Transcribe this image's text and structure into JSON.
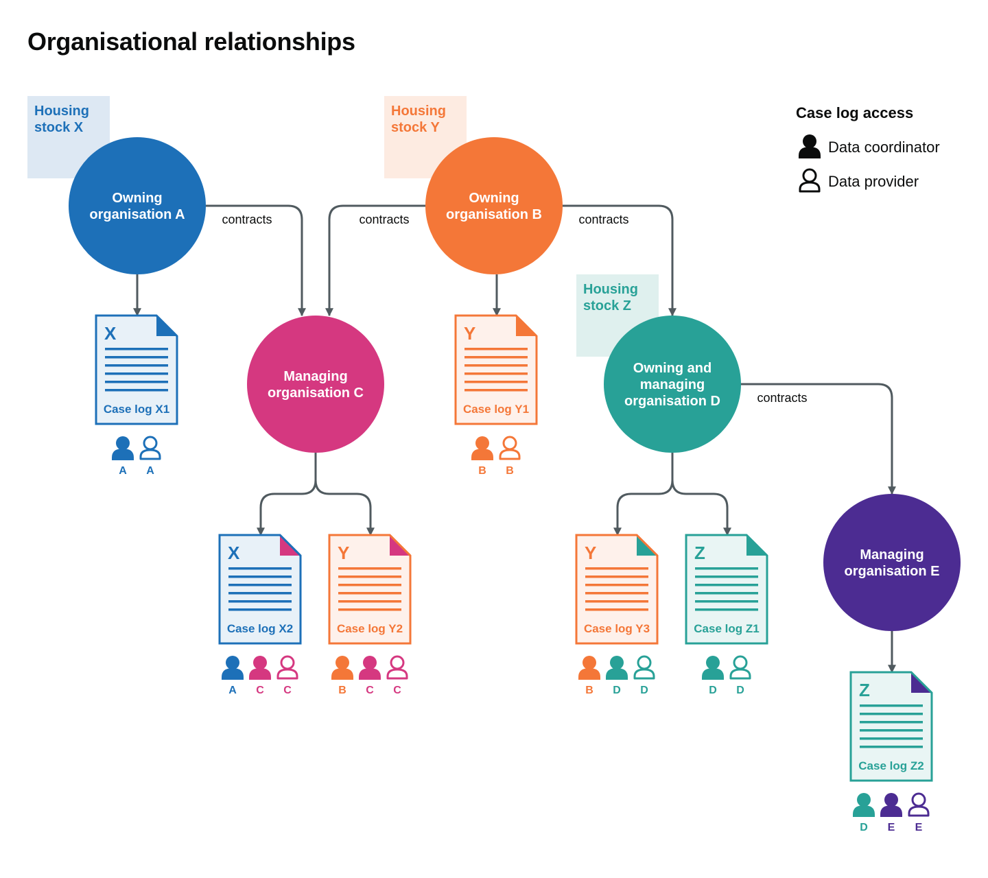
{
  "title": "Organisational relationships",
  "colors": {
    "blue": "#1d70b8",
    "orange": "#f47738",
    "pink": "#d53880",
    "teal": "#28a197",
    "purple": "#4c2c92",
    "arrow": "#505a5f",
    "black": "#0b0c0c"
  },
  "legend": {
    "title": "Case log access",
    "items": [
      {
        "icon": "data-coordinator-icon",
        "label": "Data coordinator"
      },
      {
        "icon": "data-provider-icon",
        "label": "Data provider"
      }
    ]
  },
  "edge_label": "contracts",
  "housing_stocks": [
    {
      "id": "X",
      "lines": [
        "Housing",
        "stock X"
      ],
      "color": "blue"
    },
    {
      "id": "Y",
      "lines": [
        "Housing",
        "stock Y"
      ],
      "color": "orange"
    },
    {
      "id": "Z",
      "lines": [
        "Housing",
        "stock Z"
      ],
      "color": "teal"
    }
  ],
  "organisations": [
    {
      "id": "A",
      "lines": [
        "Owning",
        "organisation A"
      ],
      "color": "blue"
    },
    {
      "id": "B",
      "lines": [
        "Owning",
        "organisation B"
      ],
      "color": "orange"
    },
    {
      "id": "C",
      "lines": [
        "Managing",
        "organisation C"
      ],
      "color": "pink"
    },
    {
      "id": "D",
      "lines": [
        "Owning and",
        "managing",
        "organisation D"
      ],
      "color": "teal"
    },
    {
      "id": "E",
      "lines": [
        "Managing",
        "organisation E"
      ],
      "color": "purple"
    }
  ],
  "contracts": [
    {
      "from": "A",
      "to": "C"
    },
    {
      "from": "B",
      "to": "C"
    },
    {
      "from": "B",
      "to": "D"
    },
    {
      "from": "D",
      "to": "E"
    }
  ],
  "case_logs": [
    {
      "id": "X1",
      "letter": "X",
      "caption": "Case log X1",
      "color": "blue",
      "corner": "blue",
      "org": "A",
      "users": [
        {
          "letter": "A",
          "role": "coordinator",
          "color": "blue"
        },
        {
          "letter": "A",
          "role": "provider",
          "color": "blue"
        }
      ]
    },
    {
      "id": "Y1",
      "letter": "Y",
      "caption": "Case log Y1",
      "color": "orange",
      "corner": "orange",
      "org": "B",
      "users": [
        {
          "letter": "B",
          "role": "coordinator",
          "color": "orange"
        },
        {
          "letter": "B",
          "role": "provider",
          "color": "orange"
        }
      ]
    },
    {
      "id": "X2",
      "letter": "X",
      "caption": "Case log X2",
      "color": "blue",
      "corner": "pink",
      "org": "C",
      "users": [
        {
          "letter": "A",
          "role": "coordinator",
          "color": "blue"
        },
        {
          "letter": "C",
          "role": "coordinator",
          "color": "pink"
        },
        {
          "letter": "C",
          "role": "provider",
          "color": "pink"
        }
      ]
    },
    {
      "id": "Y2",
      "letter": "Y",
      "caption": "Case log Y2",
      "color": "orange",
      "corner": "pink",
      "org": "C",
      "users": [
        {
          "letter": "B",
          "role": "coordinator",
          "color": "orange"
        },
        {
          "letter": "C",
          "role": "coordinator",
          "color": "pink"
        },
        {
          "letter": "C",
          "role": "provider",
          "color": "pink"
        }
      ]
    },
    {
      "id": "Y3",
      "letter": "Y",
      "caption": "Case log Y3",
      "color": "orange",
      "corner": "teal",
      "org": "D",
      "users": [
        {
          "letter": "B",
          "role": "coordinator",
          "color": "orange"
        },
        {
          "letter": "D",
          "role": "coordinator",
          "color": "teal"
        },
        {
          "letter": "D",
          "role": "provider",
          "color": "teal"
        }
      ]
    },
    {
      "id": "Z1",
      "letter": "Z",
      "caption": "Case log Z1",
      "color": "teal",
      "corner": "teal",
      "org": "D",
      "users": [
        {
          "letter": "D",
          "role": "coordinator",
          "color": "teal"
        },
        {
          "letter": "D",
          "role": "provider",
          "color": "teal"
        }
      ]
    },
    {
      "id": "Z2",
      "letter": "Z",
      "caption": "Case log Z2",
      "color": "teal",
      "corner": "purple",
      "org": "E",
      "users": [
        {
          "letter": "D",
          "role": "coordinator",
          "color": "teal"
        },
        {
          "letter": "E",
          "role": "coordinator",
          "color": "purple"
        },
        {
          "letter": "E",
          "role": "provider",
          "color": "purple"
        }
      ]
    }
  ]
}
